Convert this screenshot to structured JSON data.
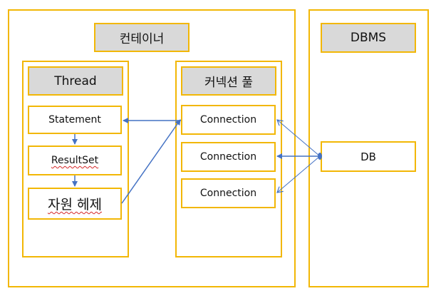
{
  "container": {
    "title": "컨테이너",
    "thread": {
      "title": "Thread",
      "steps": [
        "Statement",
        "ResultSet",
        "자원 헤제"
      ]
    },
    "pool": {
      "title": "커넥션 풀",
      "connections": [
        "Connection",
        "Connection",
        "Connection"
      ]
    }
  },
  "dbms": {
    "title": "DBMS",
    "db": "DB"
  },
  "colors": {
    "border": "#f2b705",
    "header_fill": "#d9d9d9",
    "arrow": "#4472c4"
  }
}
